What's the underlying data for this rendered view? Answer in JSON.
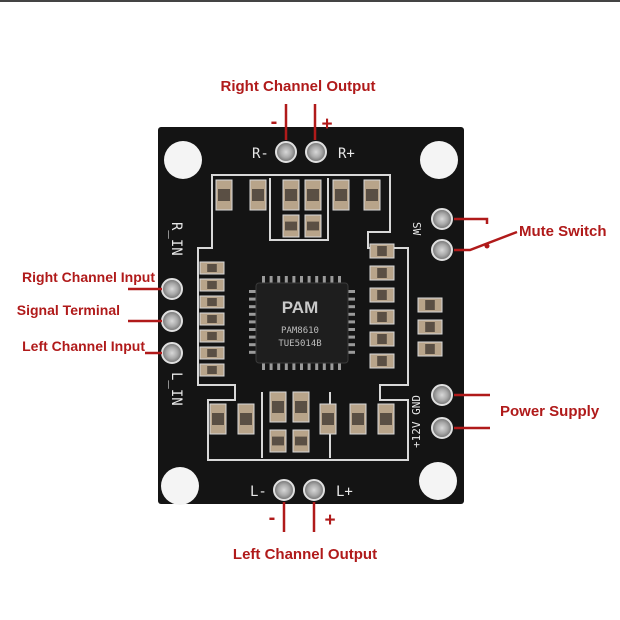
{
  "labels": {
    "right_channel_output": "Right Channel Output",
    "left_channel_output": "Left Channel Output",
    "mute_switch": "Mute Switch",
    "power_supply": "Power Supply",
    "right_channel_input": "Right Channel Input",
    "signal_terminal": "Signal Terminal",
    "left_channel_input": "Left Channel Input",
    "minus": "-",
    "plus": "+"
  },
  "board_silkscreen": {
    "r_minus": "R-",
    "r_plus": "R+",
    "l_minus": "L-",
    "l_plus": "L+",
    "r_in": "R_IN",
    "l_in": "L_IN",
    "sw": "SW",
    "power": "+12V GND",
    "chip_logo": "PAM",
    "chip_part": "PAM8610",
    "chip_code": "TUE5014B"
  },
  "colors": {
    "label_red": "#b01a1a",
    "board_black": "#141414",
    "silk_white": "#e8e8e8",
    "hole_white": "#f4f4f4"
  }
}
